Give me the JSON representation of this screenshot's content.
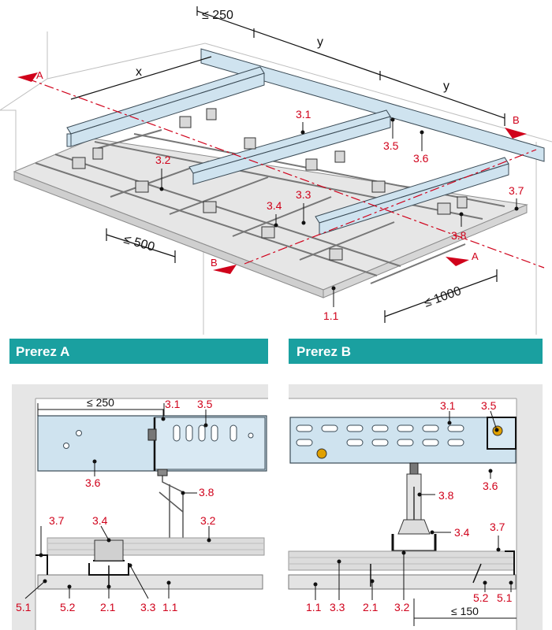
{
  "colors": {
    "banner": "#1aa0a0",
    "profile": "#cfe3ef",
    "profile_stroke": "#3a4a55",
    "board": "#e6e6e6",
    "label": "#d0021b",
    "line": "#111111"
  },
  "sections": {
    "a_title": "Prerez A",
    "b_title": "Prerez B"
  },
  "iso": {
    "dims": {
      "d250": "≤ 250",
      "y1": "y",
      "y2": "y",
      "x": "x",
      "d500": "≤ 500",
      "d1000": "≤ 1000"
    },
    "cuts": {
      "a1": "A",
      "a2": "A",
      "b1": "B",
      "b2": "B"
    },
    "labels": {
      "l3_1": "3.1",
      "l3_2": "3.2",
      "l3_3": "3.3",
      "l3_4": "3.4",
      "l3_5": "3.5",
      "l3_6": "3.6",
      "l3_7": "3.7",
      "l3_8": "3.8",
      "l1_1": "1.1"
    }
  },
  "sectionA": {
    "dim": "≤ 250",
    "labels": {
      "l3_1": "3.1",
      "l3_5": "3.5",
      "l3_6": "3.6",
      "l3_8": "3.8",
      "l3_7": "3.7",
      "l3_4": "3.4",
      "l3_2": "3.2",
      "l5_1": "5.1",
      "l5_2": "5.2",
      "l2_1": "2.1",
      "l3_3": "3.3",
      "l1_1": "1.1"
    }
  },
  "sectionB": {
    "dim": "≤ 150",
    "labels": {
      "l3_1": "3.1",
      "l3_5": "3.5",
      "l3_6": "3.6",
      "l3_8": "3.8",
      "l3_4": "3.4",
      "l3_7": "3.7",
      "l1_1": "1.1",
      "l3_3": "3.3",
      "l2_1": "2.1",
      "l3_2": "3.2",
      "l5_2": "5.2",
      "l5_1": "5.1"
    }
  }
}
